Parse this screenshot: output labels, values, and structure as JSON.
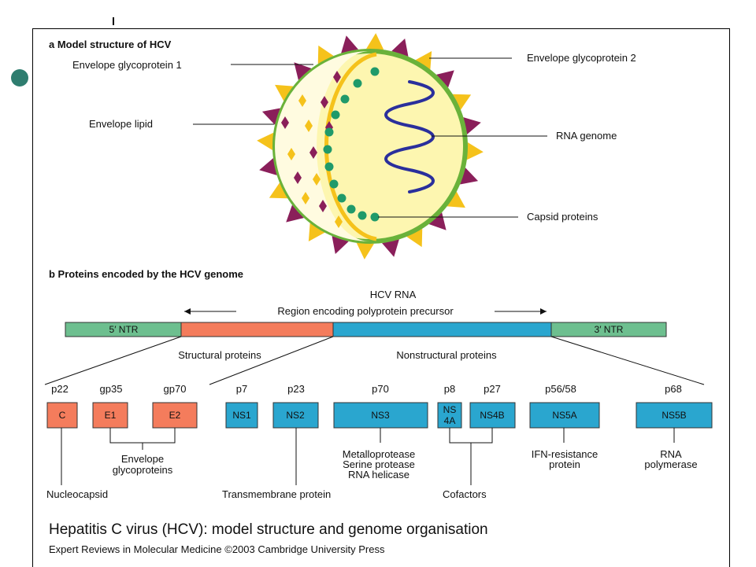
{
  "panel_a": {
    "title": "a  Model structure of HCV",
    "labels": {
      "envelope_glycoprotein_1": "Envelope glycoprotein 1",
      "envelope_glycoprotein_2": "Envelope glycoprotein 2",
      "envelope_lipid": "Envelope lipid",
      "rna_genome": "RNA genome",
      "capsid_proteins": "Capsid proteins"
    }
  },
  "panel_b": {
    "title": "b  Proteins encoded by the HCV genome",
    "rna_title": "HCV RNA",
    "region_label": "Region encoding polyprotein precursor",
    "segments": {
      "ntr5": "5′ NTR",
      "ntr3": "3′ NTR"
    },
    "structural_label": "Structural proteins",
    "nonstructural_label": "Nonstructural proteins",
    "proteins": {
      "c": {
        "box": "C",
        "size": "p22"
      },
      "e1": {
        "box": "E1",
        "size": "gp35"
      },
      "e2": {
        "box": "E2",
        "size": "gp70"
      },
      "ns1": {
        "box": "NS1",
        "size": "p7"
      },
      "ns2": {
        "box": "NS2",
        "size": "p23"
      },
      "ns3": {
        "box": "NS3",
        "size": "p70"
      },
      "ns4a": {
        "box_line1": "NS",
        "box_line2": "4A",
        "size": "p8"
      },
      "ns4b": {
        "box": "NS4B",
        "size": "p27"
      },
      "ns5a": {
        "box": "NS5A",
        "size": "p56/58"
      },
      "ns5b": {
        "box": "NS5B",
        "size": "p68"
      }
    },
    "functions": {
      "nucleocapsid": "Nucleocapsid",
      "envelope_glyco_1": "Envelope",
      "envelope_glyco_2": "glycoproteins",
      "transmembrane": "Transmembrane protein",
      "ns3_1": "Metalloprotease",
      "ns3_2": "Serine protease",
      "ns3_3": "RNA helicase",
      "cofactors": "Cofactors",
      "ifn_1": "IFN-resistance",
      "ifn_2": "protein",
      "rna_pol_1": "RNA",
      "rna_pol_2": "polymerase"
    }
  },
  "caption": "Hepatitis C virus (HCV): model structure and genome organisation",
  "credit": "Expert Reviews in Molecular Medicine ©2003 Cambridge University Press",
  "colors": {
    "structural": "#f47c5c",
    "nonstructural": "#2aa6cf",
    "ntr": "#6dbf8f",
    "envelope_ring": "#6ab23a",
    "virion_fill": "#fdf6b0",
    "glycoprotein_1": "#f5c21b",
    "glycoprotein_2": "#8a1f5a",
    "capsid": "#1f9a6a",
    "rna": "#2a2f9c"
  }
}
